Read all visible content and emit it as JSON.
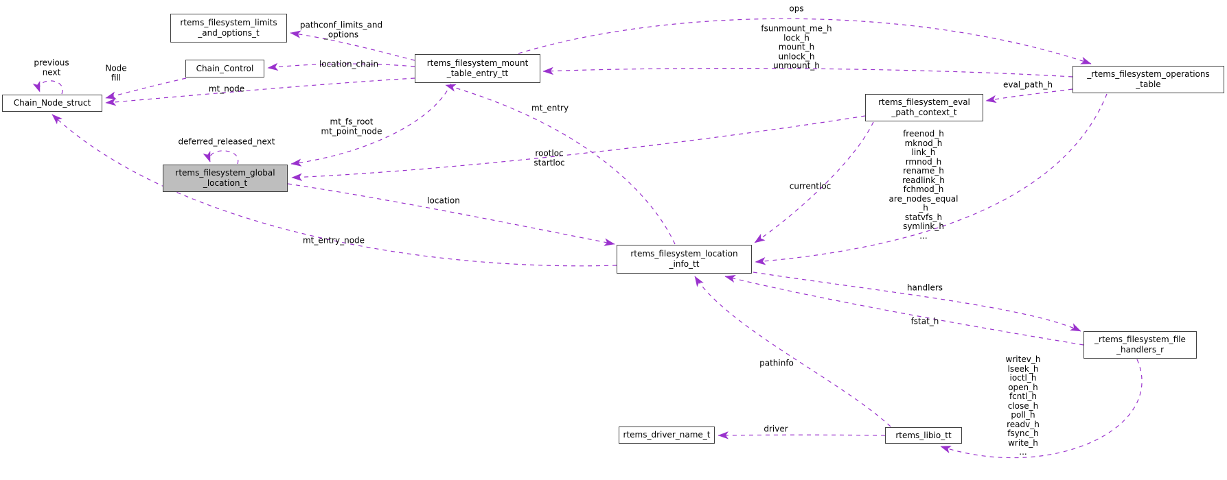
{
  "diagram": {
    "colors": {
      "edge": "#9a32cd",
      "node_border": "#404040",
      "highlight_fill": "#bebebe",
      "background": "#ffffff"
    },
    "nodes": {
      "chain_node_struct": {
        "label": "Chain_Node_struct"
      },
      "chain_control": {
        "label": "Chain_Control"
      },
      "limits": {
        "label": "rtems_filesystem_limits\n_and_options_t"
      },
      "mount_entry": {
        "label": "rtems_filesystem_mount\n_table_entry_tt"
      },
      "global_location": {
        "label": "rtems_filesystem_global\n_location_t"
      },
      "eval_path_context": {
        "label": "rtems_filesystem_eval\n_path_context_t"
      },
      "operations_table": {
        "label": "_rtems_filesystem_operations\n_table"
      },
      "location_info": {
        "label": "rtems_filesystem_location\n_info_tt"
      },
      "file_handlers": {
        "label": "_rtems_filesystem_file\n_handlers_r"
      },
      "driver_name": {
        "label": "rtems_driver_name_t"
      },
      "libio": {
        "label": "rtems_libio_tt"
      }
    },
    "edge_labels": {
      "previous_next": "previous\nnext",
      "node_fill": "Node\nfill",
      "mt_node": "mt_node",
      "location_chain": "location_chain",
      "pathconf_limits_and_options": "pathconf_limits_and\n_options",
      "mt_fs_root_mt_point_node": "mt_fs_root\nmt_point_node",
      "deferred_released_next": "deferred_released_next",
      "ops": "ops",
      "ops_mount_methods": "fsunmount_me_h\nlock_h\nmount_h\nunlock_h\nunmount_h",
      "eval_path_h": "eval_path_h",
      "mt_entry": "mt_entry",
      "rootloc_startloc": "rootloc\nstartloc",
      "currentloc": "currentloc",
      "ops_node_methods": "freenod_h\nmknod_h\nlink_h\nrmnod_h\nrename_h\nreadlink_h\nfchmod_h\nare_nodes_equal\n_h\nstatvfs_h\nsymlink_h\n...",
      "location": "location",
      "mt_entry_node": "mt_entry_node",
      "handlers": "handlers",
      "fstat_h": "fstat_h",
      "pathinfo": "pathinfo",
      "driver": "driver",
      "file_methods": "writev_h\nlseek_h\nioctl_h\nopen_h\nfcntl_h\nclose_h\npoll_h\nreadv_h\nfsync_h\nwrite_h\n..."
    }
  }
}
